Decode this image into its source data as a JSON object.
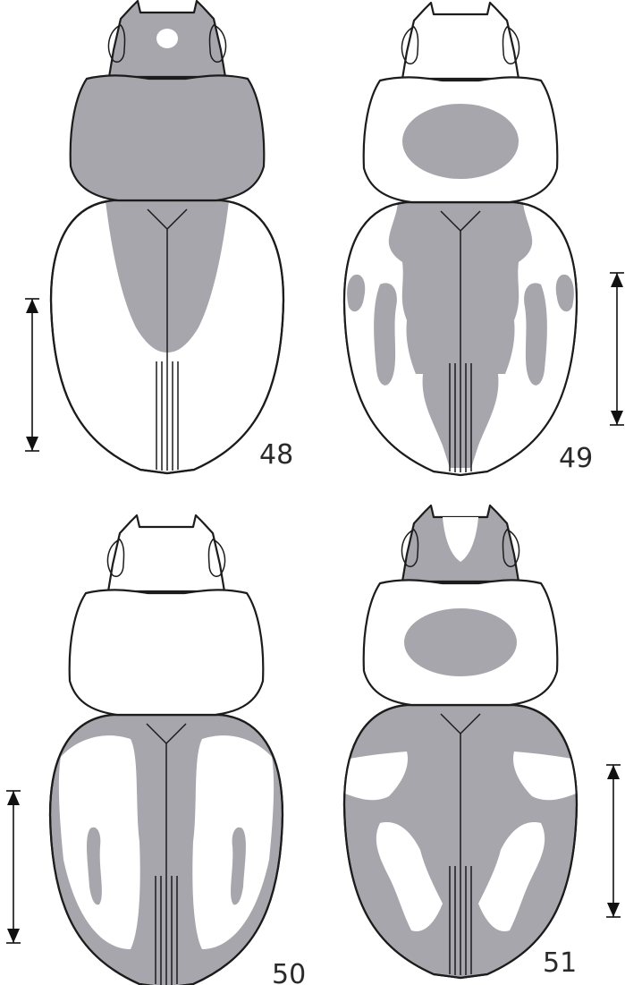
{
  "figures": [
    {
      "label": "48"
    },
    {
      "label": "49"
    },
    {
      "label": "50"
    },
    {
      "label": "51"
    }
  ],
  "colors": {
    "pattern": "#a7a6ac",
    "outline": "#1c1c1c",
    "background": "#ffffff"
  }
}
